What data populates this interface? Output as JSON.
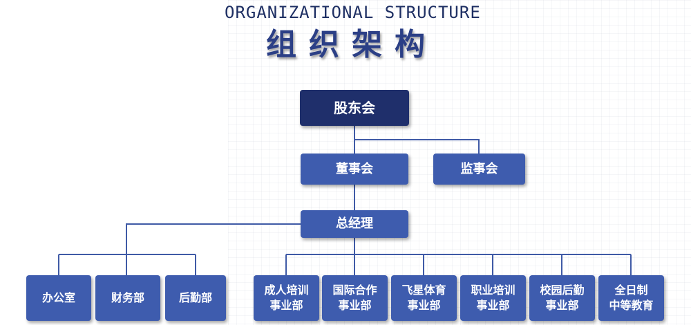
{
  "header": {
    "title_en": "ORGANIZATIONAL STRUCTURE",
    "title_cn": "组织架构"
  },
  "colors": {
    "node_dark": "#1f2f6b",
    "node_blue": "#3e5cae",
    "connector": "#3f5aa6"
  },
  "org": {
    "shareholders": "股东会",
    "board": "董事会",
    "supervisors": "监事会",
    "gm": "总经理",
    "admin_depts": [
      "办公室",
      "财务部",
      "后勤部"
    ],
    "business_depts": [
      "成人培训\n事业部",
      "国际合作\n事业部",
      "飞星体育\n事业部",
      "职业培训\n事业部",
      "校园后勤\n事业部",
      "全日制\n中等教育"
    ]
  }
}
